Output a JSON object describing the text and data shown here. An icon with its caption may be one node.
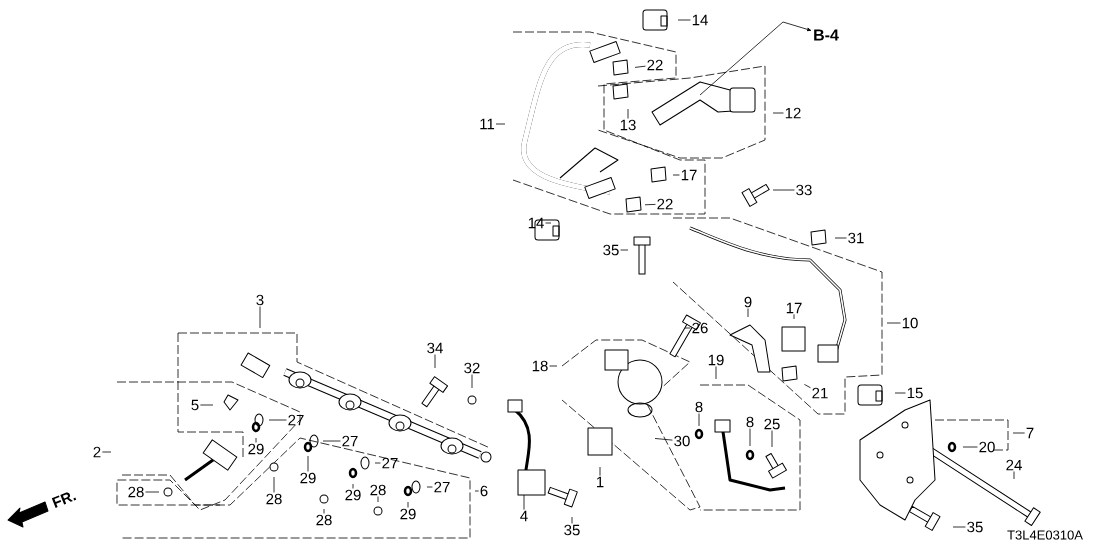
{
  "diagram": {
    "nodes": [
      {
        "text": [
          "14"
        ]
      },
      {
        "text": [
          "22"
        ]
      },
      {
        "text": [
          "B-4"
        ]
      },
      {
        "text": [
          "11"
        ]
      },
      {
        "text": [
          "12"
        ]
      },
      {
        "text": [
          "13"
        ]
      },
      {
        "text": [
          "17"
        ]
      },
      {
        "text": [
          "22"
        ]
      },
      {
        "text": [
          "33"
        ]
      },
      {
        "text": [
          "14"
        ]
      },
      {
        "text": [
          "31"
        ]
      },
      {
        "text": [
          "35"
        ]
      },
      {
        "text": [
          "9"
        ]
      },
      {
        "text": [
          "10"
        ]
      },
      {
        "text": [
          "26"
        ]
      },
      {
        "text": [
          "17"
        ]
      },
      {
        "text": [
          "3"
        ]
      },
      {
        "text": [
          "34"
        ]
      },
      {
        "text": [
          "32"
        ]
      },
      {
        "text": [
          "18"
        ]
      },
      {
        "text": [
          "19"
        ]
      },
      {
        "text": [
          "21"
        ]
      },
      {
        "text": [
          "15"
        ]
      },
      {
        "text": [
          "5"
        ]
      },
      {
        "text": [
          "27"
        ]
      },
      {
        "text": [
          "8"
        ]
      },
      {
        "text": [
          "29"
        ]
      },
      {
        "text": [
          "27"
        ]
      },
      {
        "text": [
          "2"
        ]
      },
      {
        "text": [
          "7"
        ]
      },
      {
        "text": [
          "8"
        ]
      },
      {
        "text": [
          "25"
        ]
      },
      {
        "text": [
          "30"
        ]
      },
      {
        "text": [
          "29"
        ]
      },
      {
        "text": [
          "20"
        ]
      },
      {
        "text": [
          "27"
        ]
      },
      {
        "text": [
          "28"
        ]
      },
      {
        "text": [
          "29"
        ]
      },
      {
        "text": [
          "28"
        ]
      },
      {
        "text": [
          "27"
        ]
      },
      {
        "text": [
          "6"
        ]
      },
      {
        "text": [
          "28"
        ]
      },
      {
        "text": [
          "24"
        ]
      },
      {
        "text": [
          "1"
        ]
      },
      {
        "text": [
          "29"
        ]
      },
      {
        "text": [
          "28"
        ]
      },
      {
        "text": [
          "4"
        ]
      },
      {
        "text": [
          "35"
        ]
      },
      {
        "text": [
          "35"
        ]
      }
    ],
    "edges": [
      {
        "from": 0,
        "to": null,
        "arrow": "none"
      },
      {
        "from": 1,
        "to": null,
        "arrow": "none"
      },
      {
        "from": null,
        "to": 2,
        "arrow": "to"
      },
      {
        "from": 3,
        "to": null,
        "arrow": "none"
      },
      {
        "from": 4,
        "to": null,
        "arrow": "none"
      },
      {
        "from": 5,
        "to": null,
        "arrow": "none"
      },
      {
        "from": 6,
        "to": null,
        "arrow": "none"
      },
      {
        "from": 7,
        "to": null,
        "arrow": "none"
      },
      {
        "from": 8,
        "to": null,
        "arrow": "none"
      },
      {
        "from": 9,
        "to": null,
        "arrow": "none"
      },
      {
        "from": 10,
        "to": null,
        "arrow": "none"
      },
      {
        "from": 11,
        "to": null,
        "arrow": "none"
      },
      {
        "from": 12,
        "to": null,
        "arrow": "none"
      },
      {
        "from": 13,
        "to": null,
        "arrow": "none"
      },
      {
        "from": 14,
        "to": null,
        "arrow": "none"
      },
      {
        "from": 15,
        "to": null,
        "arrow": "none"
      },
      {
        "from": 16,
        "to": null,
        "arrow": "none"
      },
      {
        "from": 17,
        "to": null,
        "arrow": "none"
      },
      {
        "from": 18,
        "to": null,
        "arrow": "none"
      },
      {
        "from": 19,
        "to": null,
        "arrow": "none"
      },
      {
        "from": 20,
        "to": null,
        "arrow": "none"
      },
      {
        "from": 21,
        "to": null,
        "arrow": "none"
      },
      {
        "from": 22,
        "to": null,
        "arrow": "none"
      },
      {
        "from": 23,
        "to": null,
        "arrow": "none"
      },
      {
        "from": 24,
        "to": null,
        "arrow": "none"
      },
      {
        "from": 25,
        "to": null,
        "arrow": "none"
      },
      {
        "from": 26,
        "to": null,
        "arrow": "none"
      },
      {
        "from": 27,
        "to": null,
        "arrow": "none"
      },
      {
        "from": 28,
        "to": null,
        "arrow": "none"
      },
      {
        "from": 29,
        "to": null,
        "arrow": "none"
      },
      {
        "from": 30,
        "to": null,
        "arrow": "none"
      },
      {
        "from": 31,
        "to": null,
        "arrow": "none"
      },
      {
        "from": 32,
        "to": null,
        "arrow": "none"
      },
      {
        "from": 33,
        "to": null,
        "arrow": "none"
      },
      {
        "from": 34,
        "to": null,
        "arrow": "none"
      },
      {
        "from": 35,
        "to": null,
        "arrow": "none"
      },
      {
        "from": 36,
        "to": null,
        "arrow": "none"
      },
      {
        "from": 37,
        "to": null,
        "arrow": "none"
      },
      {
        "from": 38,
        "to": null,
        "arrow": "none"
      },
      {
        "from": 39,
        "to": null,
        "arrow": "none"
      },
      {
        "from": 40,
        "to": null,
        "arrow": "none"
      },
      {
        "from": 41,
        "to": null,
        "arrow": "none"
      },
      {
        "from": 42,
        "to": null,
        "arrow": "none"
      },
      {
        "from": 43,
        "to": null,
        "arrow": "none"
      },
      {
        "from": 44,
        "to": null,
        "arrow": "none"
      },
      {
        "from": 45,
        "to": null,
        "arrow": "none"
      },
      {
        "from": 46,
        "to": null,
        "arrow": "none"
      },
      {
        "from": 47,
        "to": null,
        "arrow": "none"
      },
      {
        "from": 48,
        "to": null,
        "arrow": "none"
      }
    ],
    "labels": [
      "FR.",
      "T3L4E0310A"
    ]
  }
}
